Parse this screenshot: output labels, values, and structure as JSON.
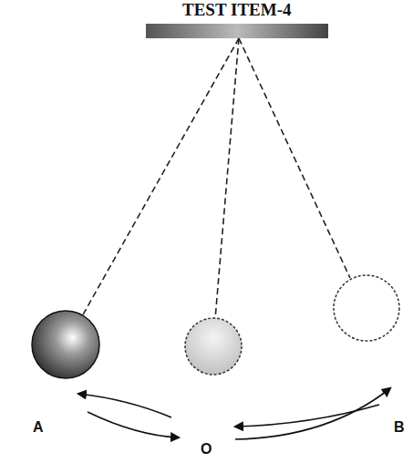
{
  "diagram": {
    "title": "TEST ITEM-4",
    "labels": [
      "A",
      "O",
      "B"
    ]
  }
}
